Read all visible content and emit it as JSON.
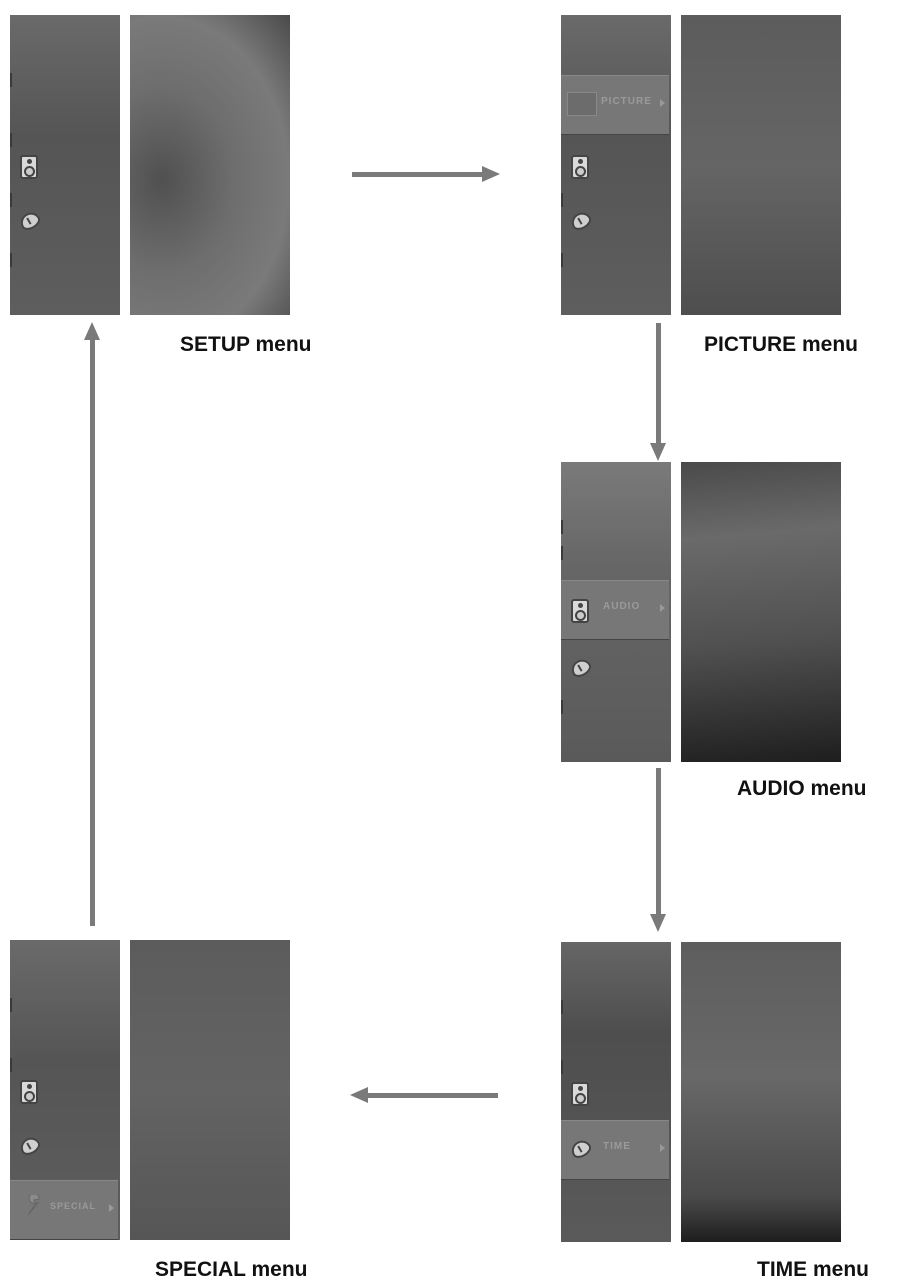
{
  "captions": {
    "setup": "SETUP menu",
    "picture": "PICTURE menu",
    "audio": "AUDIO menu",
    "time": "TIME menu",
    "special": "SPECIAL menu"
  },
  "highlight_labels": {
    "picture": "PICTURE",
    "audio": "AUDIO",
    "time": "TIME",
    "special": "SPECIAL"
  },
  "icons": [
    "speaker-icon",
    "clock-icon",
    "picture-icon",
    "wrench-icon",
    "arrow-right-icon"
  ],
  "colors": {
    "arrow": "#7a7a7a",
    "screen_dark": "#3a3a3a",
    "screen_mid": "#5e5e5e"
  }
}
